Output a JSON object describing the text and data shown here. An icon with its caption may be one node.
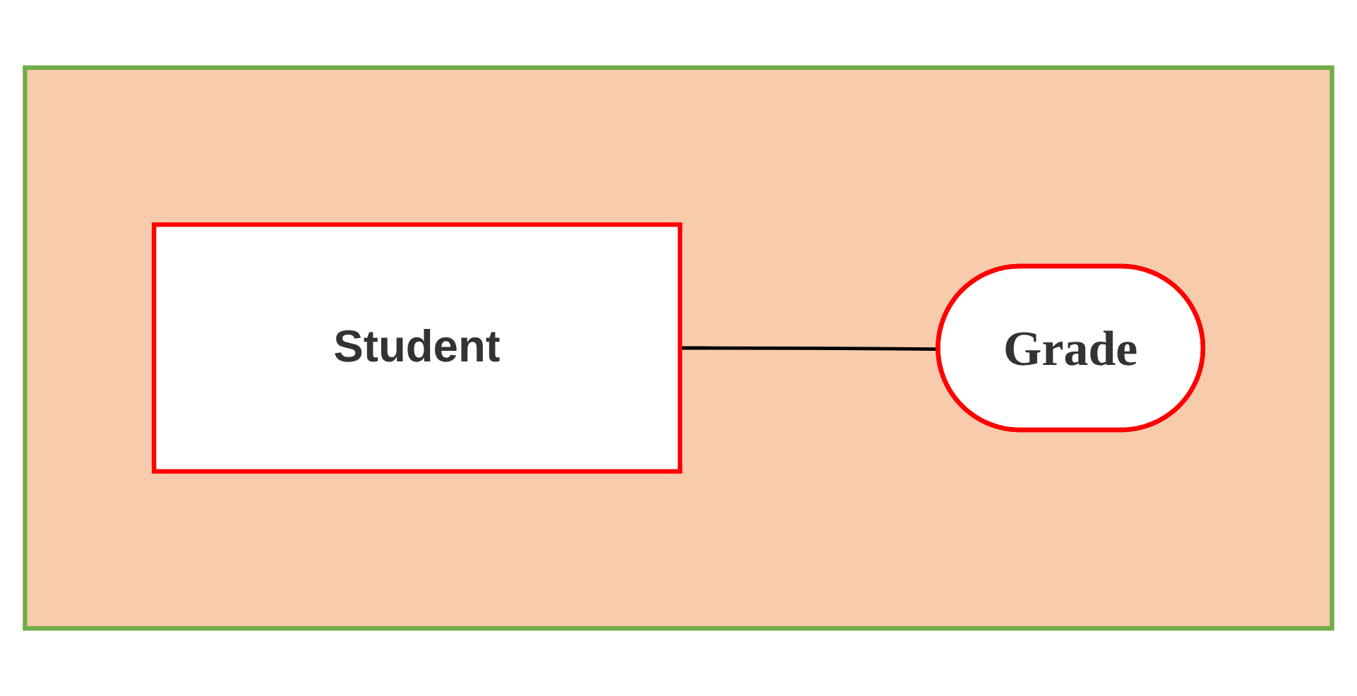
{
  "diagram": {
    "nodes": [
      {
        "text": [],
        "shape": "box"
      },
      {
        "text": [
          "Student"
        ],
        "in": 0
      },
      {
        "text": [
          "Grade"
        ],
        "in": 0
      }
    ],
    "edges": [
      {
        "from": 1,
        "to": 2,
        "arrow": "none"
      }
    ]
  }
}
